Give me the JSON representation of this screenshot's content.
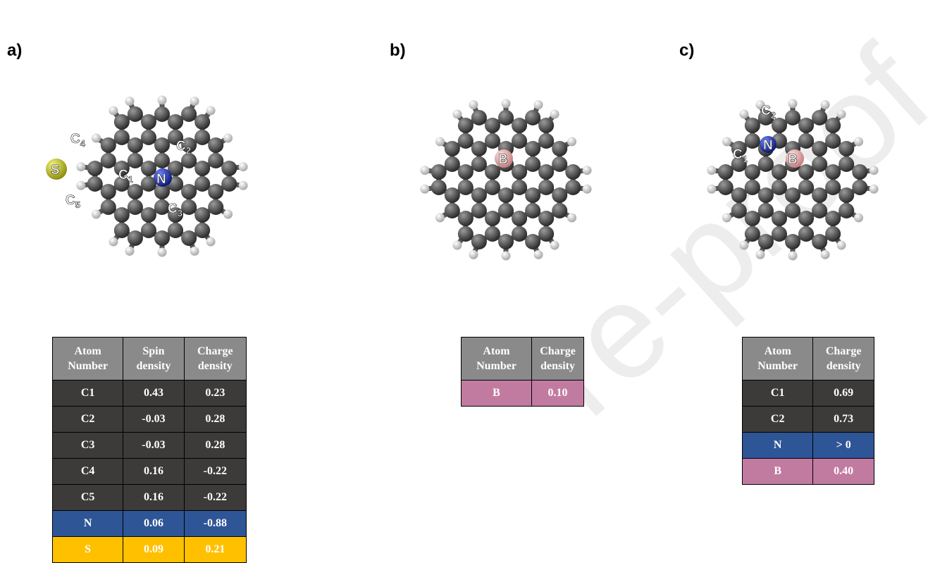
{
  "panels": {
    "a": {
      "label": "a)"
    },
    "b": {
      "label": "b)"
    },
    "c": {
      "label": "c)"
    }
  },
  "atom_labels": {
    "a": [
      "C1",
      "C2",
      "C3",
      "C4",
      "C5",
      "N",
      "S"
    ],
    "b": [
      "B"
    ],
    "c": [
      "C1",
      "C2",
      "N",
      "B"
    ]
  },
  "watermark": "re-proof",
  "tables": {
    "a": {
      "headers": [
        [
          "Atom",
          "Number"
        ],
        [
          "Spin",
          "density"
        ],
        [
          "Charge",
          "density"
        ]
      ],
      "rows": [
        {
          "atom": "C1",
          "spin": "0.43",
          "charge": "0.23",
          "color": "#3d3a3a"
        },
        {
          "atom": "C2",
          "spin": "-0.03",
          "charge": "0.28",
          "color": "#3d3a3a"
        },
        {
          "atom": "C3",
          "spin": "-0.03",
          "charge": "0.28",
          "color": "#3d3a3a"
        },
        {
          "atom": "C4",
          "spin": "0.16",
          "charge": "-0.22",
          "color": "#3d3a3a"
        },
        {
          "atom": "C5",
          "spin": "0.16",
          "charge": "-0.22",
          "color": "#3d3a3a"
        },
        {
          "atom": "N",
          "spin": "0.06",
          "charge": "-0.88",
          "color": "#2e5596"
        },
        {
          "atom": "S",
          "spin": "0.09",
          "charge": "0.21",
          "color": "#ffc000"
        }
      ]
    },
    "b": {
      "headers": [
        [
          "Atom",
          "Number"
        ],
        [
          "Charge",
          "density"
        ]
      ],
      "rows": [
        {
          "atom": "B",
          "charge": "0.10",
          "color": "#c27ba0"
        }
      ]
    },
    "c": {
      "headers": [
        [
          "Atom",
          "Number"
        ],
        [
          "Charge",
          "density"
        ]
      ],
      "rows": [
        {
          "atom": "C1",
          "charge": "0.69",
          "color": "#3d3a3a"
        },
        {
          "atom": "C2",
          "charge": "0.73",
          "color": "#3d3a3a"
        },
        {
          "atom": "N",
          "charge": "> 0",
          "color": "#2e5596"
        },
        {
          "atom": "B",
          "charge": "0.40",
          "color": "#c27ba0"
        }
      ]
    }
  },
  "colors": {
    "carbon": "#454545",
    "hydrogen": "#e8e8e8",
    "nitrogen": "#1b2fa8",
    "boron": "#e8a8a8",
    "sulfur": "#c8c81e",
    "header": "#8a8a8a"
  }
}
